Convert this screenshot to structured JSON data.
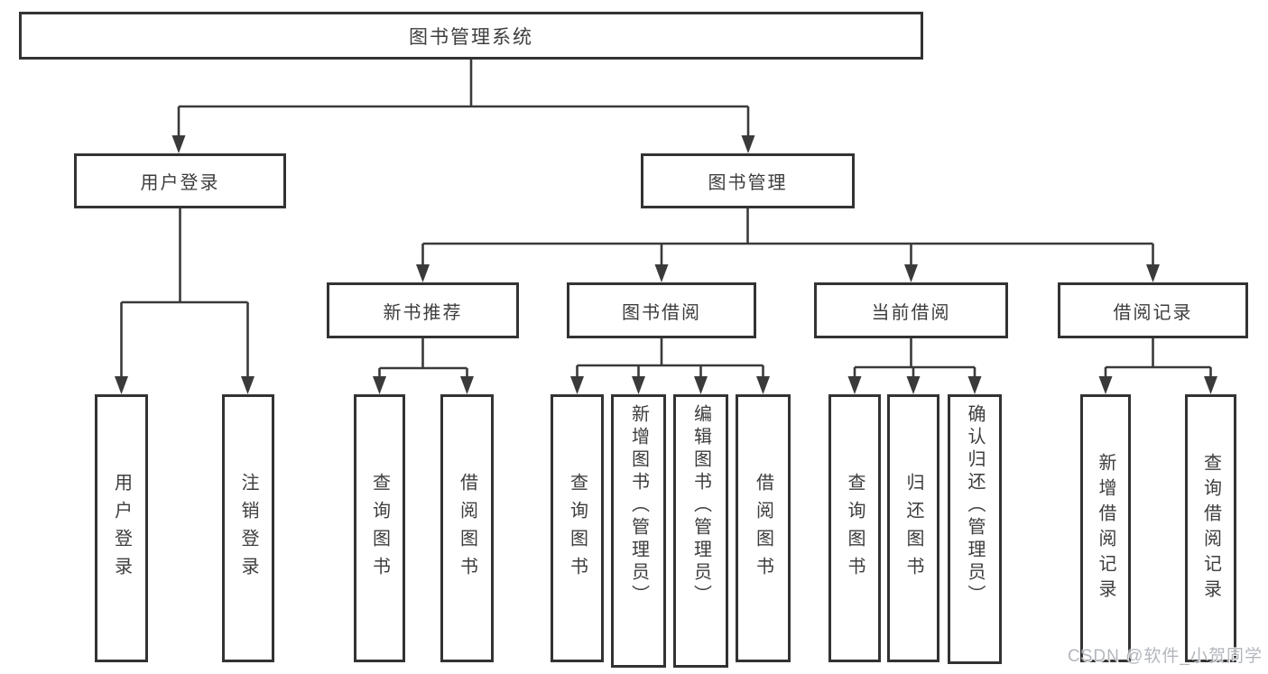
{
  "diagram_title": "图书管理系统",
  "nodes": {
    "root": "图书管理系统",
    "user_login": "用户登录",
    "book_mgmt": "图书管理",
    "new_book_rec": "新书推荐",
    "book_borrow": "图书借阅",
    "current_borrow": "当前借阅",
    "borrow_records": "借阅记录",
    "leaf_user_login": "用户登录",
    "leaf_logout": "注销登录",
    "leaf_query_book_nb": "查询图书",
    "leaf_borrow_book_nb": "借阅图书",
    "leaf_query_book_bb": "查询图书",
    "leaf_add_book": "新增图书（管理员）",
    "leaf_edit_book": "编辑图书（管理员）",
    "leaf_borrow_book_bb": "借阅图书",
    "leaf_query_book_cb": "查询图书",
    "leaf_return_book": "归还图书",
    "leaf_confirm_return": "确认归还（管理员）",
    "leaf_add_record": "新增借阅记录",
    "leaf_query_record": "查询借阅记录"
  },
  "hierarchy": {
    "图书管理系统": [
      "用户登录",
      "图书管理"
    ],
    "用户登录": [
      "用户登录",
      "注销登录"
    ],
    "图书管理": [
      "新书推荐",
      "图书借阅",
      "当前借阅",
      "借阅记录"
    ],
    "新书推荐": [
      "查询图书",
      "借阅图书"
    ],
    "图书借阅": [
      "查询图书",
      "新增图书（管理员）",
      "编辑图书（管理员）",
      "借阅图书"
    ],
    "当前借阅": [
      "查询图书",
      "归还图书",
      "确认归还（管理员）"
    ],
    "借阅记录": [
      "新增借阅记录",
      "查询借阅记录"
    ]
  },
  "watermark": "CSDN @软件_小贺同学",
  "colors": {
    "line": "#3a3a3a",
    "box_border": "#333333",
    "text": "#3d3d3d",
    "background": "#ffffff",
    "watermark": "#b3b7bd"
  }
}
